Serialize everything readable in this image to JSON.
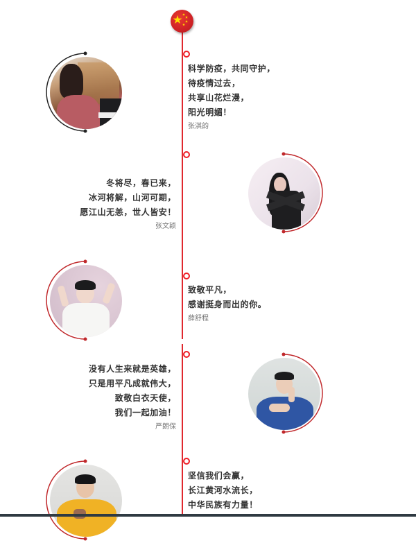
{
  "header": {
    "flag_icon": "china-flag-badge",
    "flag_colors": {
      "red": "#d62a27",
      "star": "#ffde00"
    }
  },
  "theme": {
    "timeline_color": "#e0282e",
    "marker_color": "#ee1c25",
    "arc_dark": "#222222",
    "arc_red": "#c0282b",
    "text_color": "#333333",
    "author_color": "#777777"
  },
  "entries": [
    {
      "side": "right",
      "lines": [
        "科学防疫，共同守护，",
        "待疫情过去，",
        "共享山花烂漫，",
        "阳光明媚！"
      ],
      "author": "张淇韵",
      "photo": "girl-playing-piano"
    },
    {
      "side": "left",
      "lines": [
        "冬将尽，春已来，",
        "冰河将解，山河可期，",
        "愿江山无恙，世人皆安！"
      ],
      "author": "张文颖",
      "photo": "girl-crossed-arms-sign"
    },
    {
      "side": "right",
      "lines": [
        "致敬平凡，",
        "感谢挺身而出的你。"
      ],
      "author": "薛舒程",
      "photo": "boy-white-shirt-hand-sign"
    },
    {
      "side": "left",
      "lines": [
        "没有人生来就是英雄，",
        "只是用平凡成就伟大，",
        "致敬白衣天使，",
        "我们一起加油！"
      ],
      "author": "严朗保",
      "photo": "boy-blue-sweater-sign"
    },
    {
      "side": "right",
      "lines": [
        "坚信我们会赢，",
        "长江黄河水流长，",
        "中华民族有力量！"
      ],
      "author": "",
      "photo": "boy-yellow-hoodie-sign"
    }
  ]
}
